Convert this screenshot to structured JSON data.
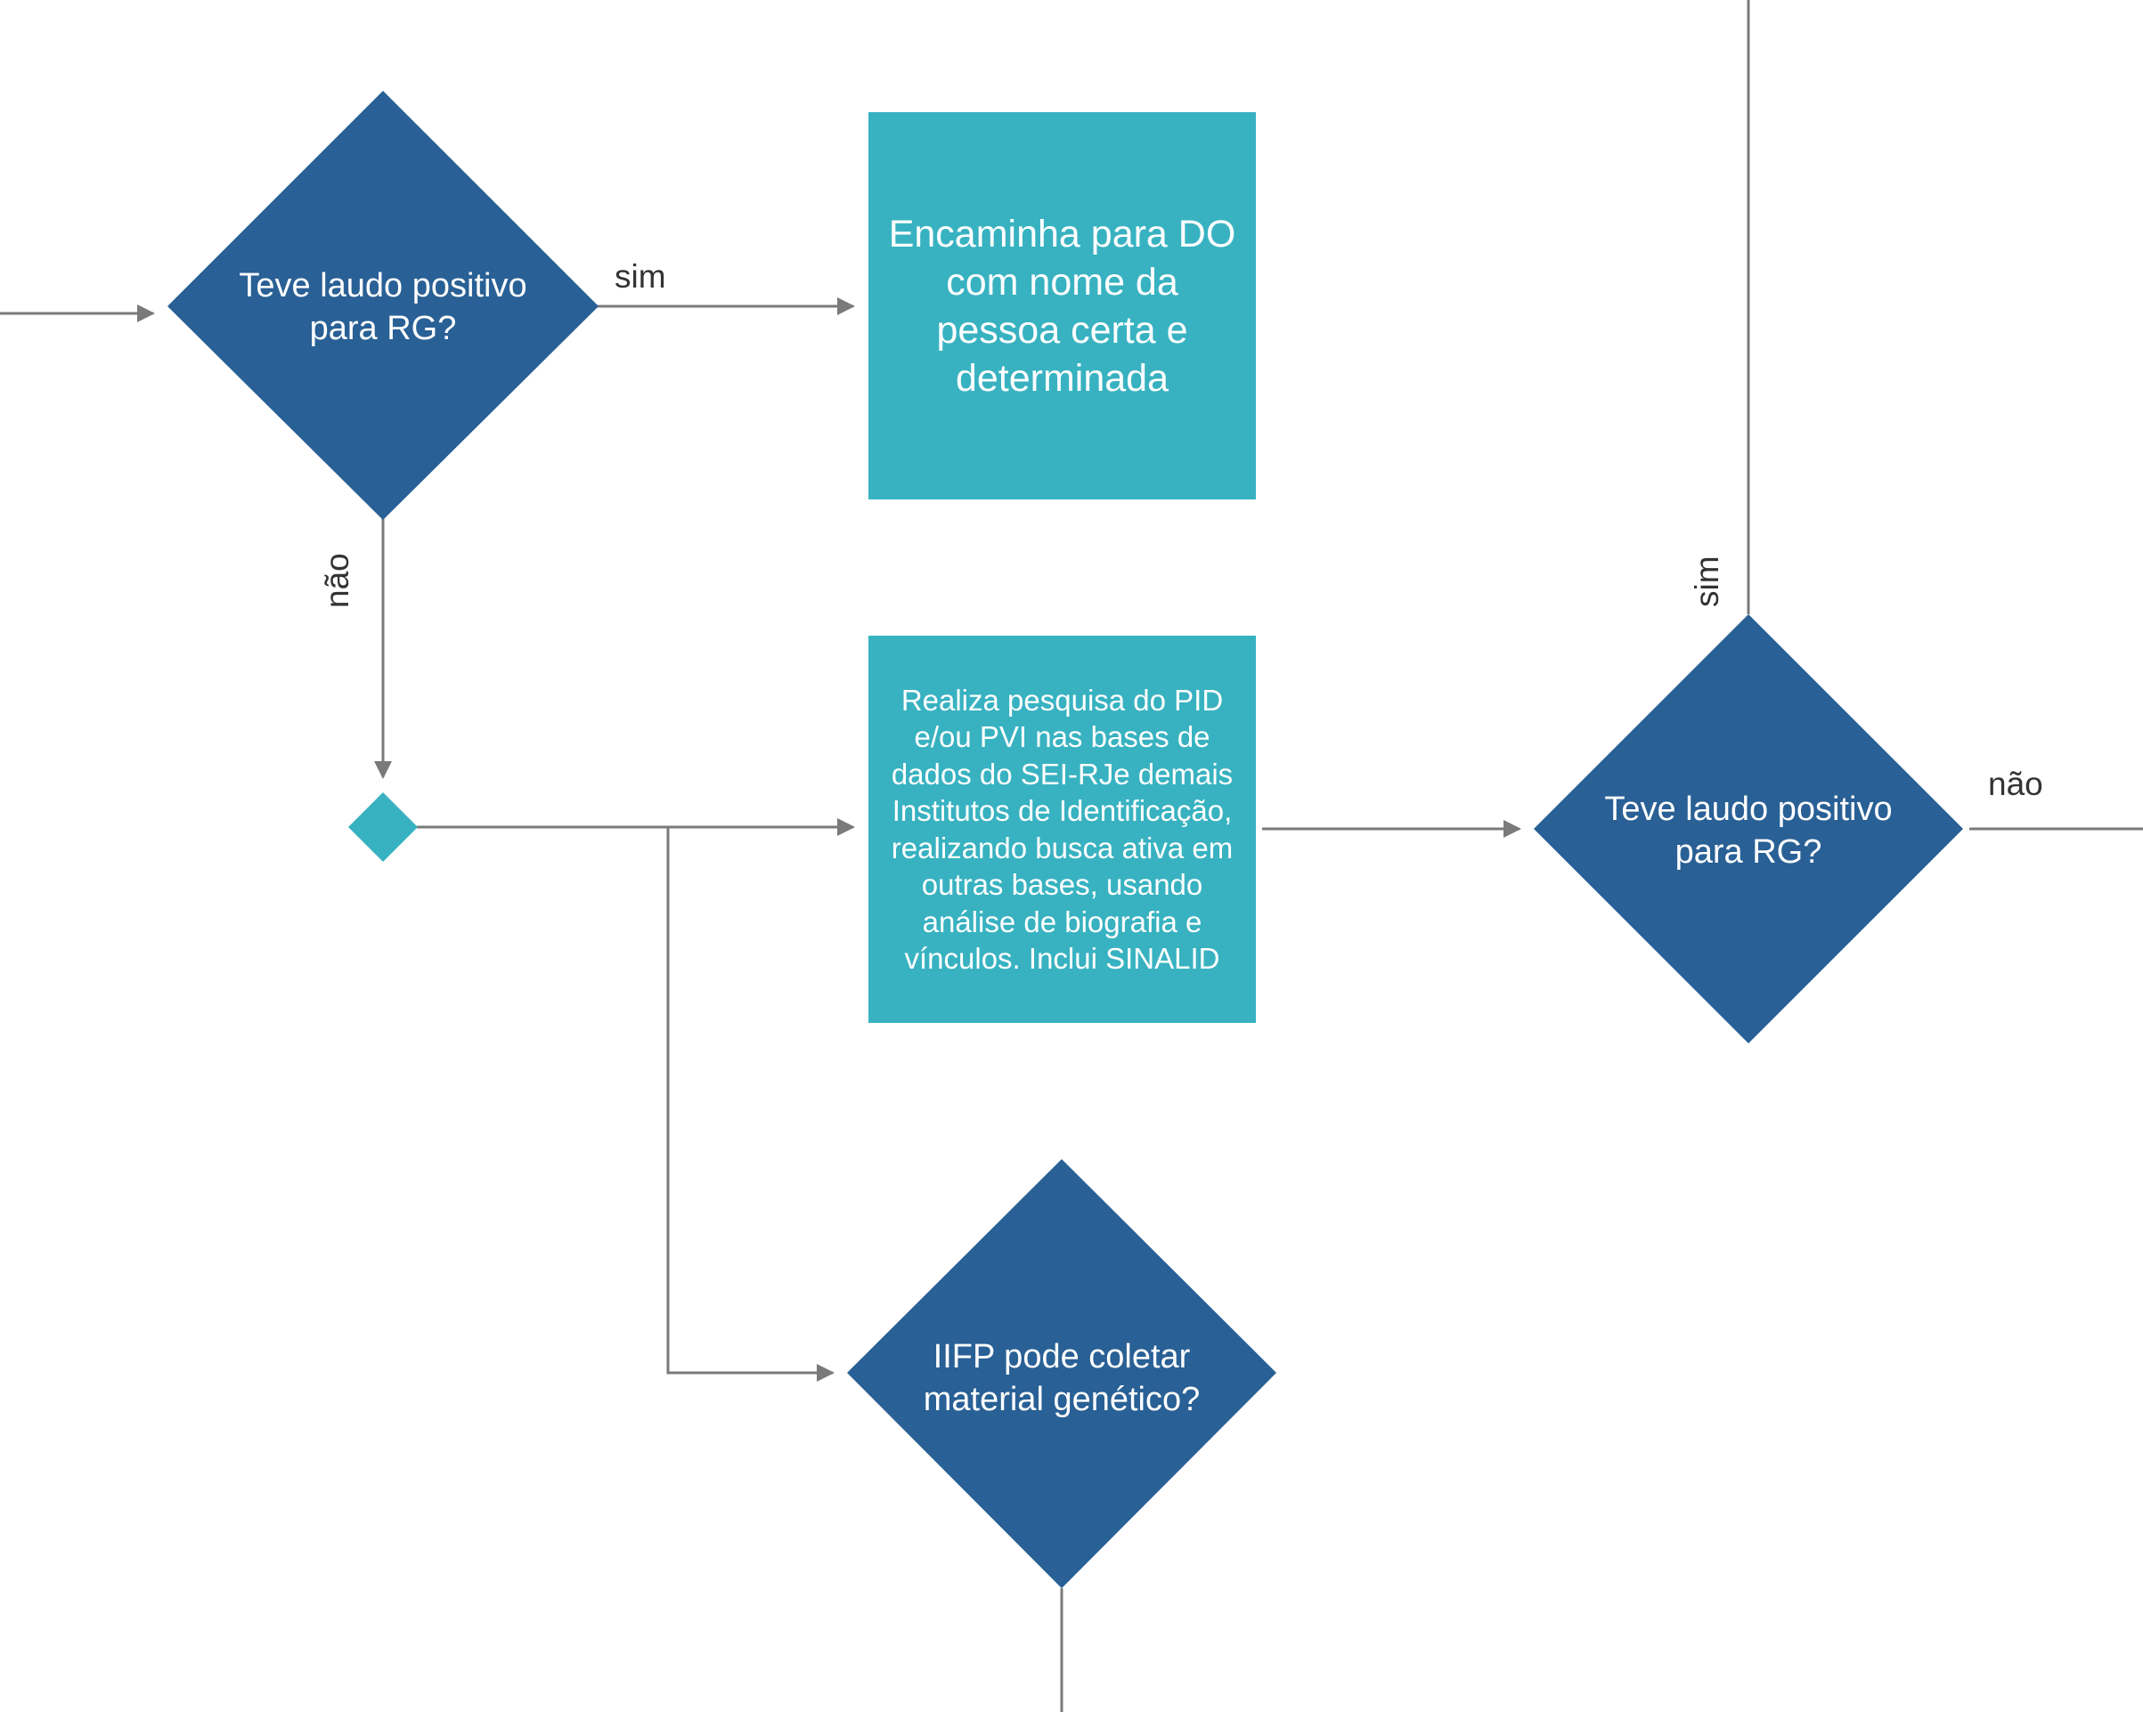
{
  "colors": {
    "decision": "#296095",
    "process": "#38B2C1",
    "connector": "#38B2C1",
    "line": "#7a7a7a",
    "text_on_shape": "#ffffff",
    "label": "#333333"
  },
  "nodes": {
    "decision_rg_1": "Teve laudo positivo para RG?",
    "process_encaminha": "Encaminha para DO com nome da pessoa certa e determinada",
    "process_pesquisa": "Realiza pesquisa do PID e/ou PVI nas bases de dados do SEI-RJe demais Institutos de Identificação, realizando busca ativa em outras bases, usando análise de biografia e vínculos. Inclui SINALID",
    "decision_rg_2": "Teve laudo positivo para RG?",
    "decision_iifp": "IIFP pode coletar material genético?"
  },
  "edge_labels": {
    "sim_1": "sim",
    "nao_1": "não",
    "sim_2": "sim",
    "nao_2": "não"
  }
}
